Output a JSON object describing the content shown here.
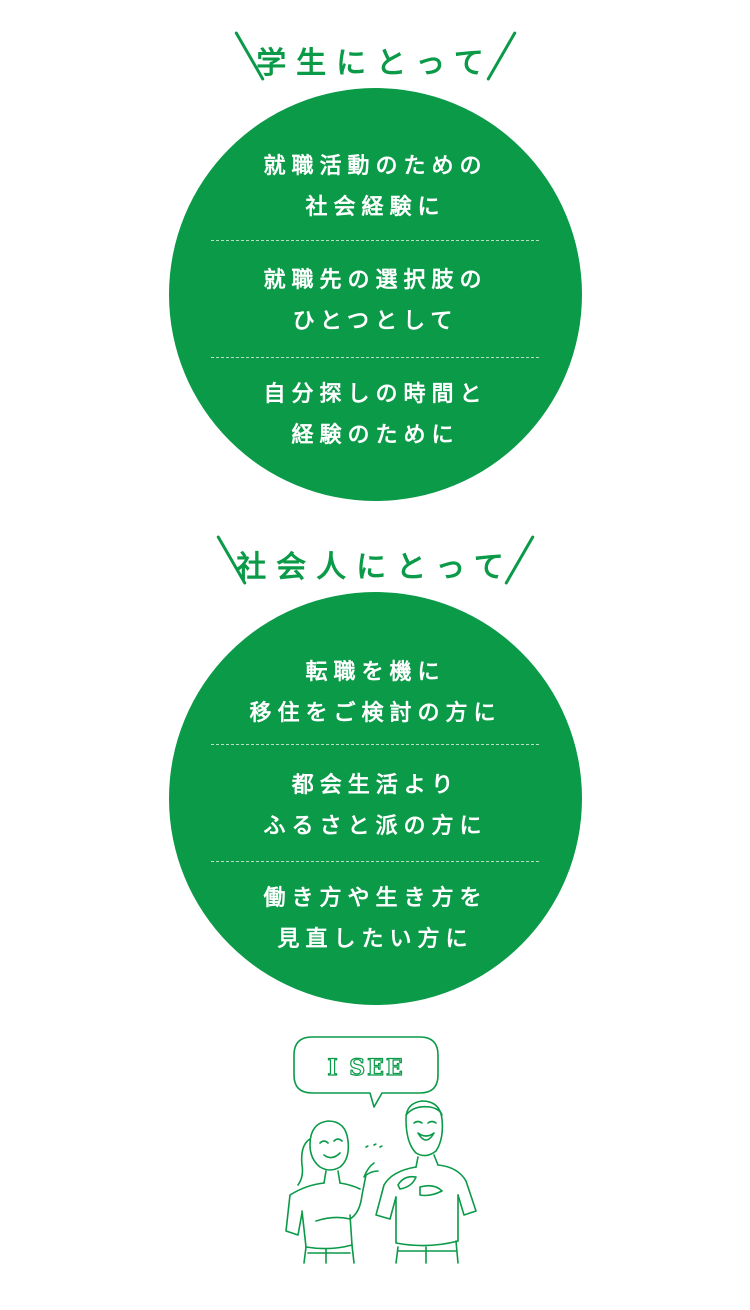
{
  "colors": {
    "accent": "#0a9a48",
    "text_on_accent": "#ffffff"
  },
  "students": {
    "heading": "学生にとって",
    "items": [
      {
        "line1": "就職活動のための",
        "line2": "社会経験に"
      },
      {
        "line1": "就職先の選択肢の",
        "line2": "ひとつとして"
      },
      {
        "line1": "自分探しの時間と",
        "line2": "経験のために"
      }
    ]
  },
  "workers": {
    "heading": "社会人にとって",
    "items": [
      {
        "line1": "転職を機に",
        "line2": "移住をご検討の方に"
      },
      {
        "line1": "都会生活より",
        "line2": "ふるさと派の方に"
      },
      {
        "line1": "働き方や生き方を",
        "line2": "見直したい方に"
      }
    ]
  },
  "illustration": {
    "speech_bubble": "I SEE"
  }
}
